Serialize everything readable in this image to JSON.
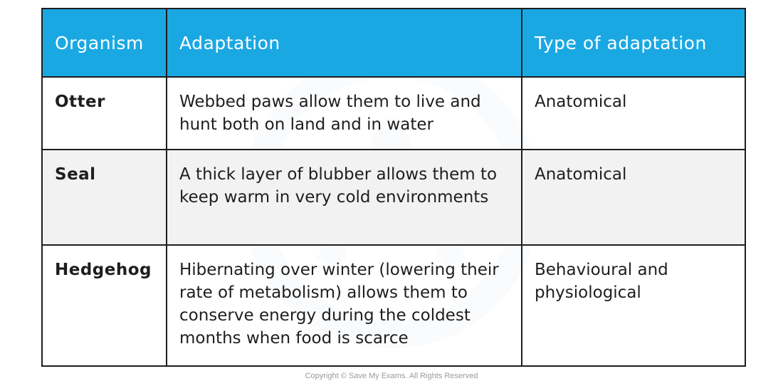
{
  "table": {
    "headers": [
      "Organism",
      "Adaptation",
      "Type of adaptation"
    ],
    "rows": [
      {
        "organism": "Otter",
        "adaptation": "Webbed paws allow them to live and hunt both on land and in water",
        "type": "Anatomical"
      },
      {
        "organism": "Seal",
        "adaptation": "A thick layer of blubber allows them to keep warm in very cold environments",
        "type": "Anatomical"
      },
      {
        "organism": "Hedgehog",
        "adaptation": "Hibernating over winter (lowering their rate of metabolism) allows them to conserve energy during the coldest months when food is scarce",
        "type": "Behavioural and physiological"
      }
    ]
  },
  "footer": {
    "copyright": "Copyright © Save My Exams. All Rights Reserved"
  },
  "colors": {
    "header_bg": "#1aa8e3",
    "header_text": "#ffffff",
    "alt_row_bg": "#f2f2f2",
    "border": "#1e1e1e"
  }
}
